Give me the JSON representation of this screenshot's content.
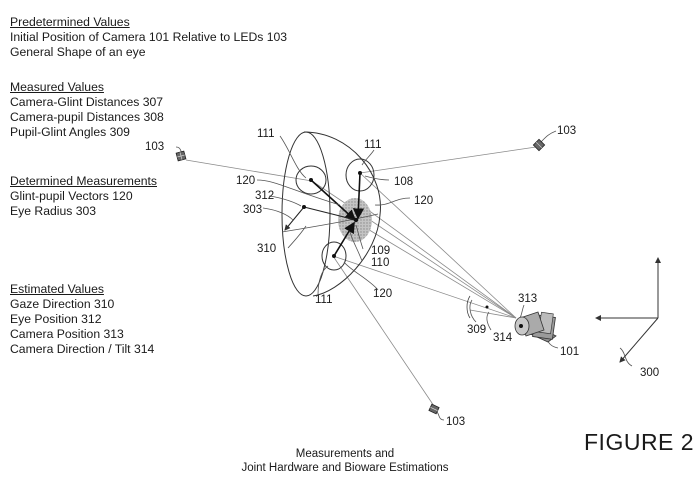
{
  "legend": {
    "predetermined": {
      "header": "Predetermined Values",
      "items": [
        "Initial Position of Camera 101 Relative to LEDs 103",
        "General Shape of an eye"
      ]
    },
    "measured": {
      "header": "Measured Values",
      "items": [
        "Camera-Glint Distances 307",
        "Camera-pupil Distances 308",
        "Pupil-Glint Angles 309"
      ]
    },
    "determined": {
      "header": "Determined Measurements",
      "items": [
        "Glint-pupil Vectors 120",
        "Eye Radius 303"
      ]
    },
    "estimated": {
      "header": "Estimated Values",
      "items": [
        "Gaze Direction 310",
        "Eye Position 312"
      ]
    },
    "camera": {
      "items": [
        "Camera Position 313",
        "Camera Direction / Tilt 314"
      ]
    }
  },
  "labels": {
    "led_left": "103",
    "led_right": "103",
    "led_bottom": "103",
    "glint_top_left": "111",
    "glint_top_right": "111",
    "glint_bottom": "111",
    "vector_left": "120",
    "vector_right": "120",
    "vector_bottom": "120",
    "eye_position": "312",
    "eye_radius": "303",
    "gaze_direction": "310",
    "pupil_108": "108",
    "pupil_109": "109",
    "pupil_110": "110",
    "camera_position": "313",
    "angle_309": "309",
    "tilt_314": "314",
    "camera": "101",
    "axes": "300"
  },
  "caption": {
    "line1": "Measurements and",
    "line2": "Joint Hardware and Bioware Estimations"
  },
  "figure_label": "FIGURE 2"
}
